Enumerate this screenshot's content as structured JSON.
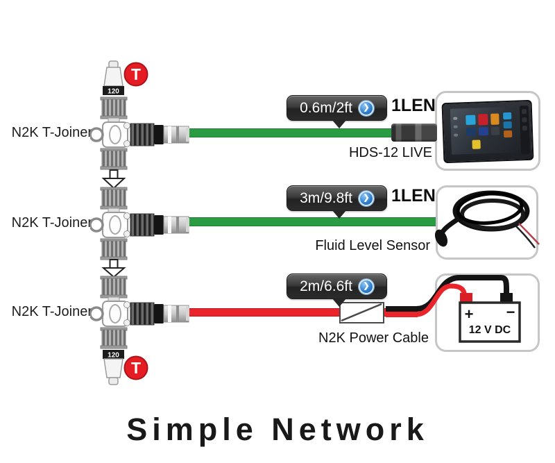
{
  "title": "Simple Network",
  "backbone": {
    "joiner_label": "N2K T-Joiner",
    "terminator_value": "120",
    "terminator_badge": "T"
  },
  "rows": [
    {
      "length_label": "0.6m/2ft",
      "len_tag": "1LEN",
      "device_label": "HDS-12 LIVE"
    },
    {
      "length_label": "3m/9.8ft",
      "len_tag": "1LEN",
      "device_label": "Fluid Level Sensor"
    },
    {
      "length_label": "2m/6.6ft",
      "device_label": "N2K Power Cable"
    }
  ],
  "battery": {
    "plus": "+",
    "minus": "−",
    "label": "12 V DC"
  },
  "icons": {
    "chevron_right": "❯"
  },
  "colors": {
    "cable_green": "#2a9c44",
    "cable_red": "#e9242b",
    "terminator_badge_red": "#e51c23",
    "callout_bg": "#2e2e2e",
    "orb_blue": "#2f7fd0"
  }
}
